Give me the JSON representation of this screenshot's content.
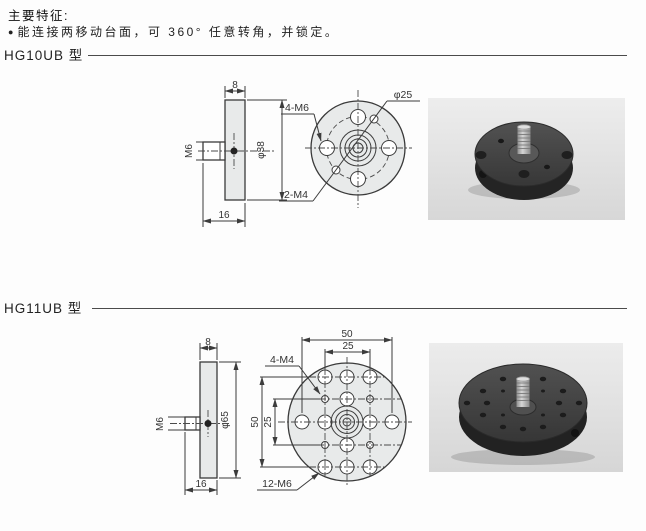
{
  "header": {
    "features_title": "主要特征:",
    "bullet": "●",
    "feature_text": "能连接两移动台面，可 360° 任意转角，并锁定。"
  },
  "sections": [
    {
      "title": "HG10UB 型",
      "side_view": {
        "top_width": "8",
        "stud_thread": "M6",
        "diameter": "φ38",
        "total_thickness": "16"
      },
      "front_view": {
        "large_holes": "4-M6",
        "bolt_circle_dia": "φ25",
        "small_holes": "2-M4"
      }
    },
    {
      "title": "HG11UB 型",
      "side_view": {
        "top_width": "8",
        "stud_thread": "M6",
        "diameter": "φ65",
        "total_thickness": "16"
      },
      "front_view": {
        "h_span": "50",
        "h_half": "25",
        "v_span": "50",
        "v_half": "25",
        "small_holes": "4-M4",
        "large_holes": "12-M6"
      }
    }
  ]
}
